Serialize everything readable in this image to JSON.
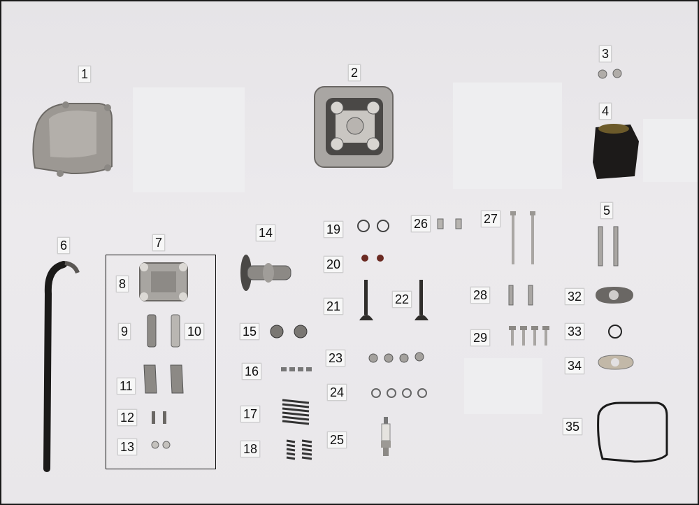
{
  "labels": [
    "1",
    "2",
    "3",
    "4",
    "5",
    "6",
    "7",
    "8",
    "9",
    "10",
    "11",
    "12",
    "13",
    "14",
    "15",
    "16",
    "17",
    "18",
    "19",
    "20",
    "21",
    "22",
    "23",
    "24",
    "25",
    "26",
    "27",
    "28",
    "29",
    "32",
    "33",
    "34",
    "35"
  ]
}
